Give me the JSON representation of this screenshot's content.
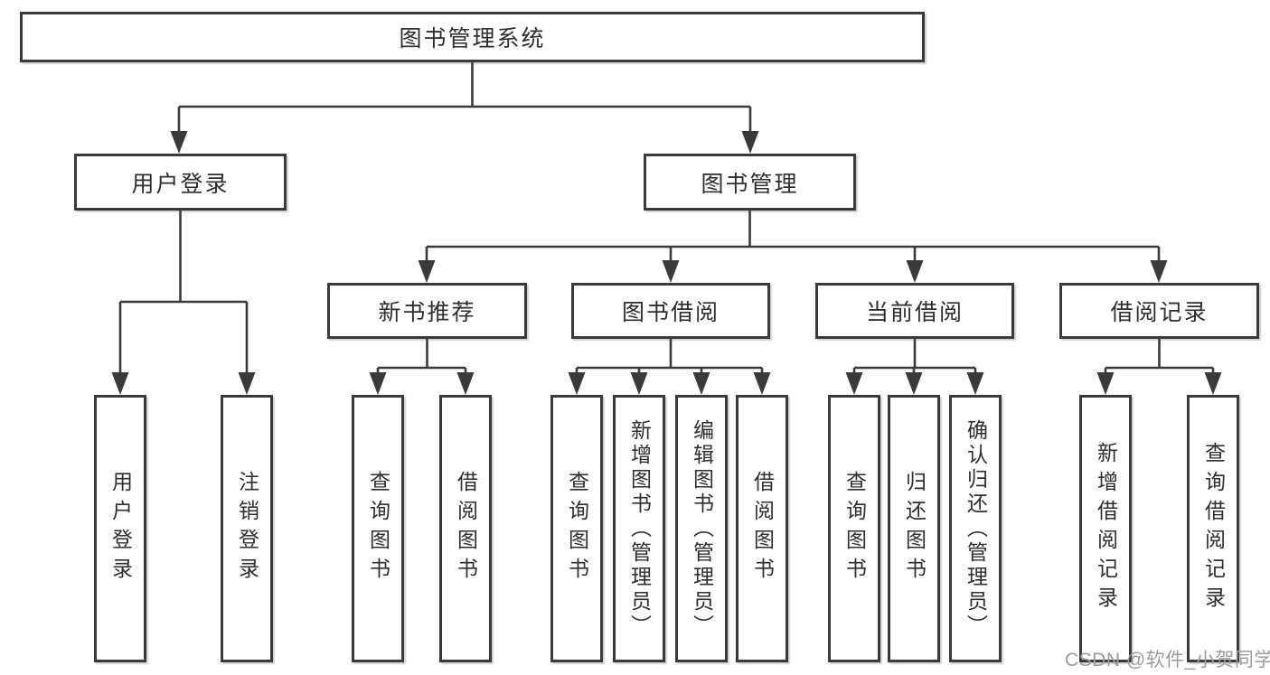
{
  "diagram": {
    "root": {
      "label": "图书管理系统"
    },
    "branches": [
      {
        "label": "用户登录",
        "children": [
          {
            "label": "用户登录"
          },
          {
            "label": "注销登录"
          }
        ]
      },
      {
        "label": "图书管理",
        "children": [
          {
            "label": "新书推荐",
            "children": [
              {
                "label": "查询图书"
              },
              {
                "label": "借阅图书"
              }
            ]
          },
          {
            "label": "图书借阅",
            "children": [
              {
                "label": "查询图书"
              },
              {
                "label": "新增图书（管理员）"
              },
              {
                "label": "编辑图书（管理员）"
              },
              {
                "label": "借阅图书"
              }
            ]
          },
          {
            "label": "当前借阅",
            "children": [
              {
                "label": "查询图书"
              },
              {
                "label": "归还图书"
              },
              {
                "label": "确认归还（管理员）"
              }
            ]
          },
          {
            "label": "借阅记录",
            "children": [
              {
                "label": "新增借阅记录"
              },
              {
                "label": "查询借阅记录"
              }
            ]
          }
        ]
      }
    ]
  },
  "watermark": {
    "text": "CSDN @软件_小贺同学"
  },
  "colors": {
    "line": "#3a3a3a",
    "text": "#2e2e2e",
    "watermark": "#9b9b9b",
    "background": "#ffffff"
  }
}
